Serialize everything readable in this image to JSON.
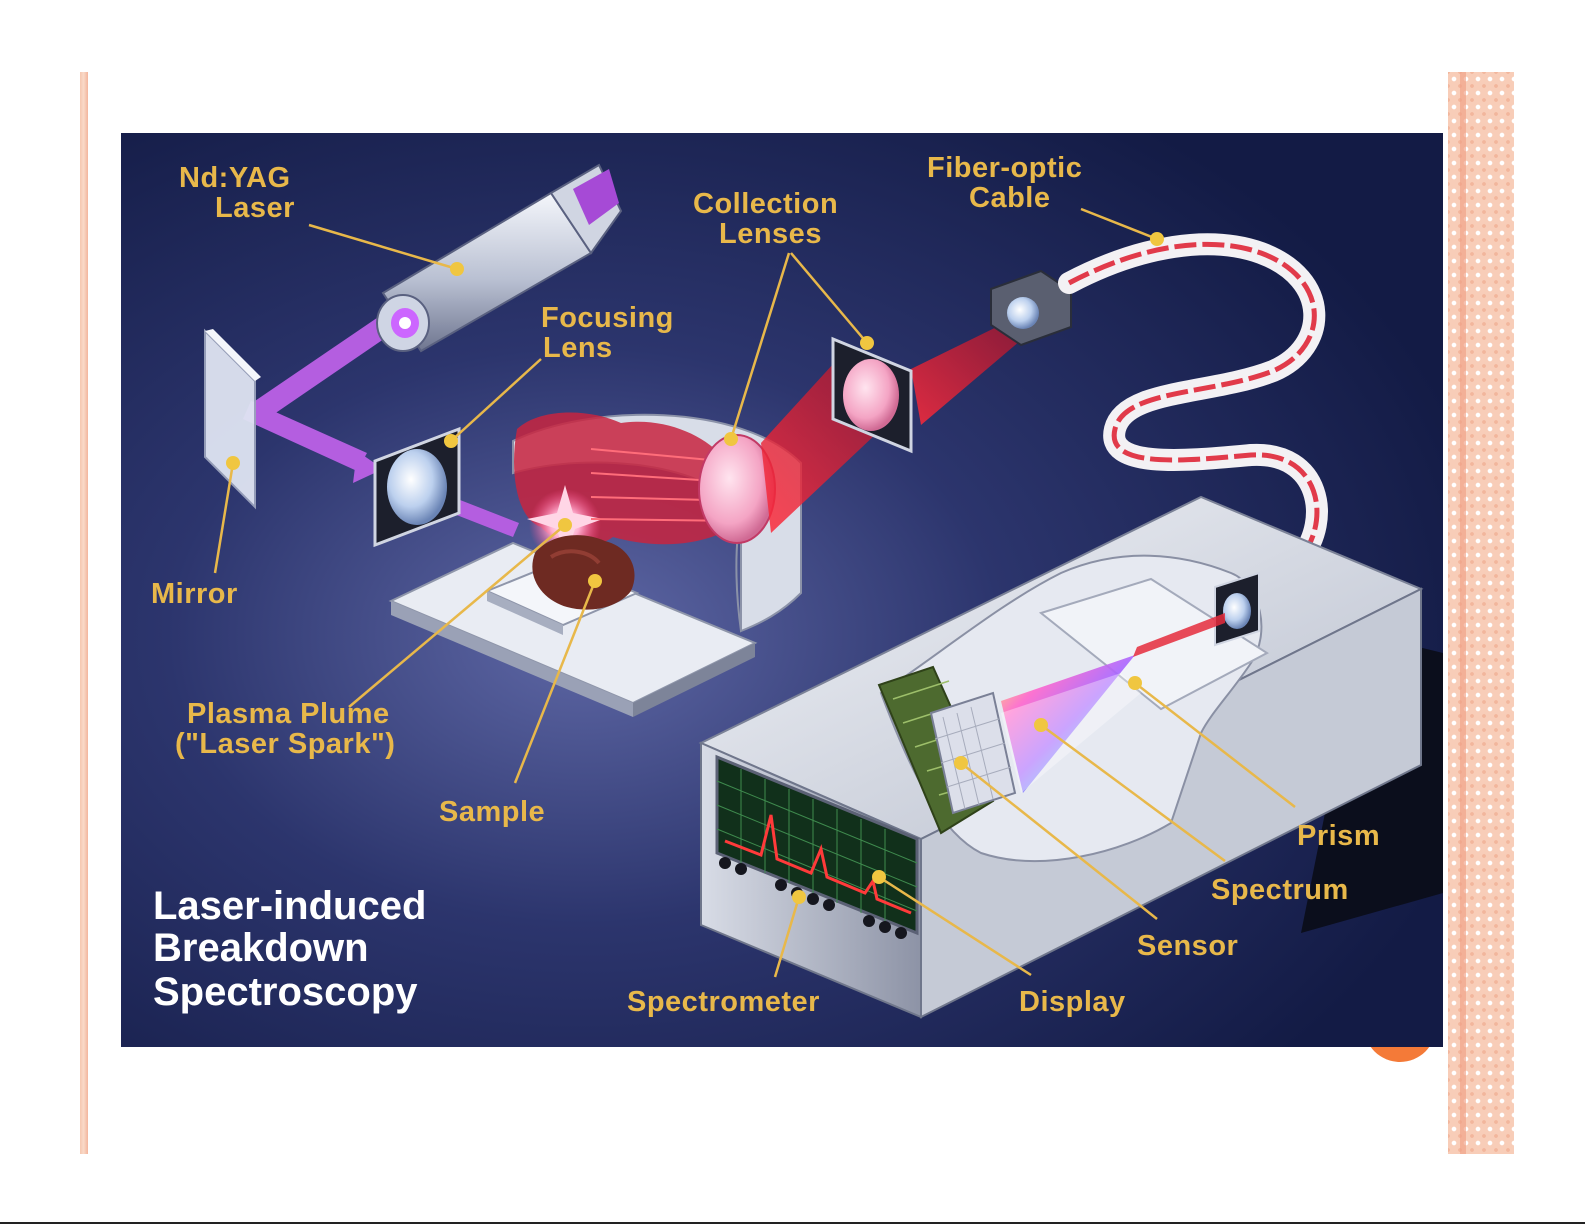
{
  "title": {
    "lines": [
      "Laser-induced",
      "Breakdown",
      "Spectroscopy"
    ]
  },
  "labels": {
    "laser": [
      "Nd:YAG",
      "Laser"
    ],
    "collection_lenses": [
      "Collection",
      "Lenses"
    ],
    "fiber_optic_cable": [
      "Fiber-optic",
      "Cable"
    ],
    "focusing_lens": [
      "Focusing",
      "Lens"
    ],
    "mirror": "Mirror",
    "plasma_plume": [
      "Plasma Plume",
      "(\"Laser Spark\")"
    ],
    "sample": "Sample",
    "prism": "Prism",
    "spectrum": "Spectrum",
    "sensor": "Sensor",
    "spectrometer": "Spectrometer",
    "display": "Display"
  },
  "colors": {
    "background": "#1b2553",
    "label": "#e8b84a",
    "laser_beam": "#b45ee0",
    "collected_light": "#d42a3a",
    "slide_accent": "#f47a38"
  }
}
